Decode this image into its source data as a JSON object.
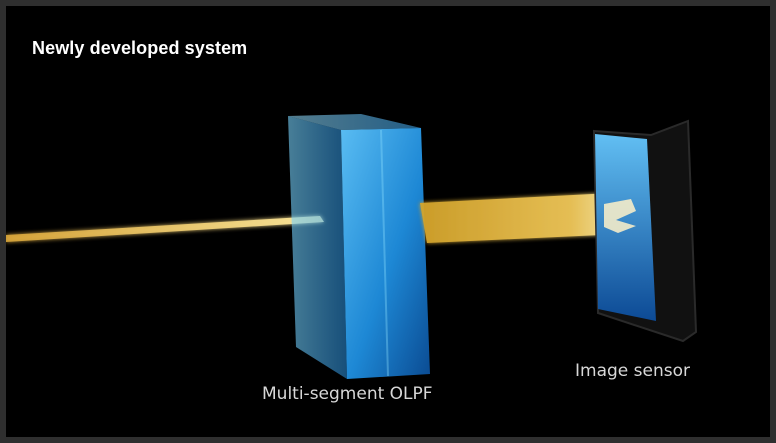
{
  "diagram": {
    "title": "Newly developed system",
    "labels": {
      "olpf": "Multi-segment OLPF",
      "sensor": "Image sensor"
    }
  },
  "colors": {
    "background": "#000000",
    "frame": "#2f2f2f",
    "light_beam": "#f2c95a",
    "glass_blue": "#1f8fe0",
    "sensor_frame": "#1a1a1a"
  }
}
